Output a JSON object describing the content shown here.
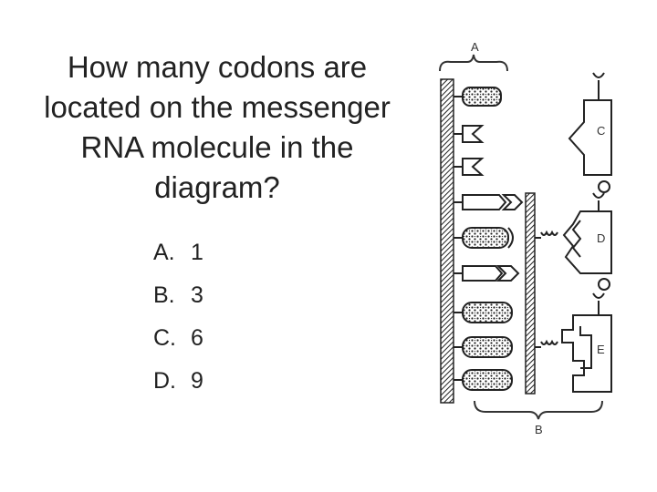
{
  "question": {
    "lines": [
      "How many codons are",
      "located on the messenger",
      "RNA molecule in the",
      "diagram?"
    ]
  },
  "answers": [
    {
      "letter": "A.",
      "value": "1"
    },
    {
      "letter": "B.",
      "value": "3"
    },
    {
      "letter": "C.",
      "value": "6"
    },
    {
      "letter": "D.",
      "value": "9"
    }
  ],
  "diagram": {
    "labels": {
      "a": "A",
      "b": "B",
      "c": "C",
      "d": "D",
      "e": "E"
    }
  }
}
